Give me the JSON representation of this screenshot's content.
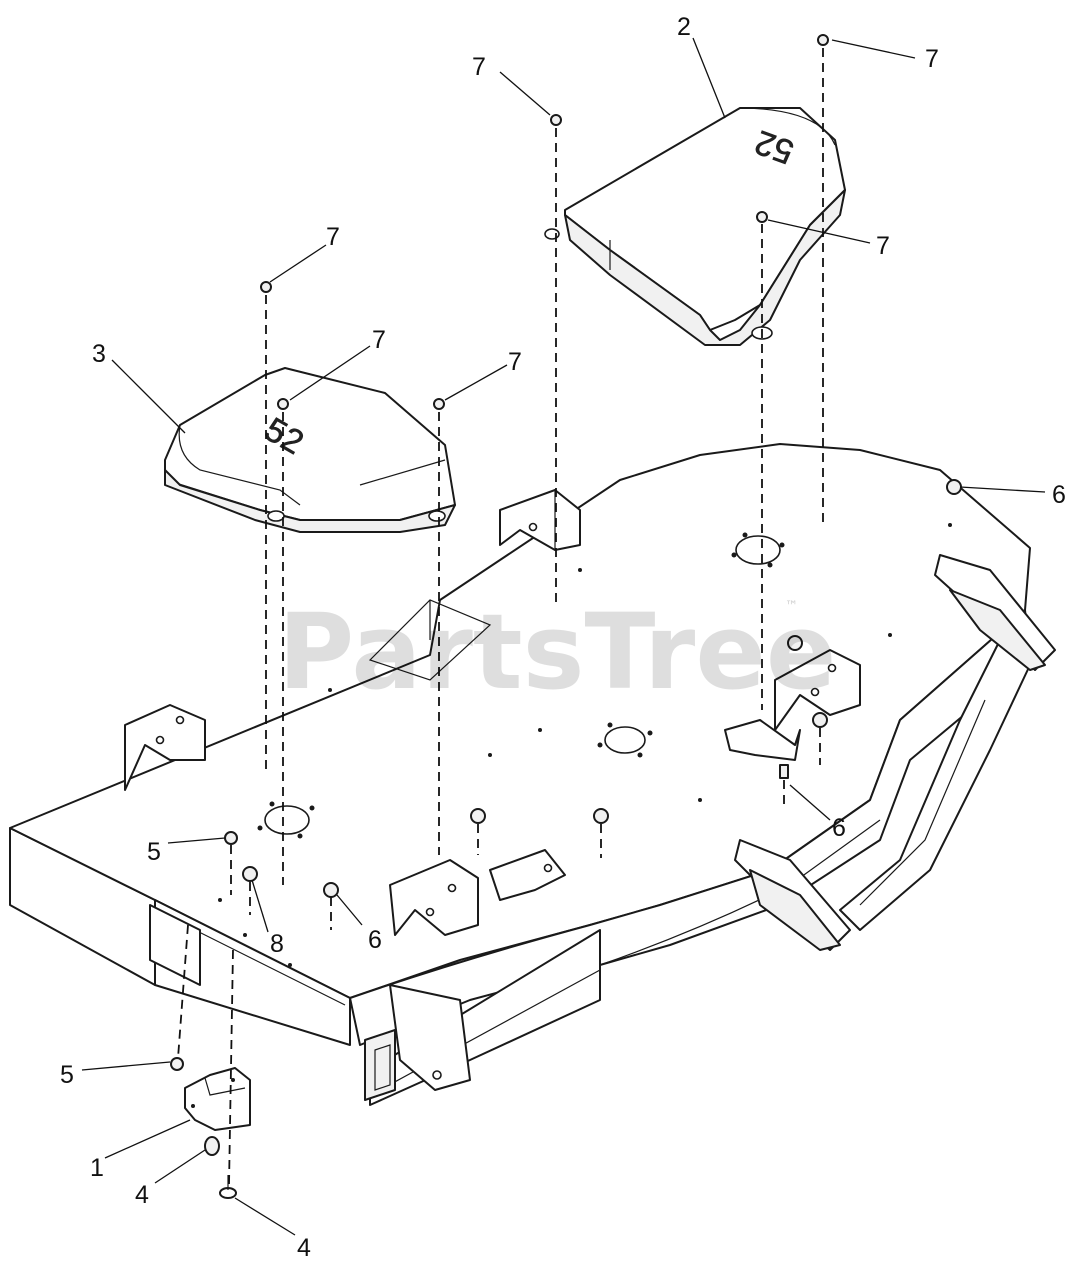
{
  "watermark": {
    "text": "PartsTree",
    "trademark": "™"
  },
  "cover_labels": {
    "left_cover": "52",
    "right_cover": "52"
  },
  "callouts": [
    {
      "id": "c2",
      "label": "2"
    },
    {
      "id": "c7a",
      "label": "7"
    },
    {
      "id": "c7b",
      "label": "7"
    },
    {
      "id": "c7c",
      "label": "7"
    },
    {
      "id": "c7d",
      "label": "7"
    },
    {
      "id": "c7e",
      "label": "7"
    },
    {
      "id": "c7f",
      "label": "7"
    },
    {
      "id": "c3",
      "label": "3"
    },
    {
      "id": "c6a",
      "label": "6"
    },
    {
      "id": "c6b",
      "label": "6"
    },
    {
      "id": "c6c",
      "label": "6"
    },
    {
      "id": "c5a",
      "label": "5"
    },
    {
      "id": "c5b",
      "label": "5"
    },
    {
      "id": "c8",
      "label": "8"
    },
    {
      "id": "c1",
      "label": "1"
    },
    {
      "id": "c4a",
      "label": "4"
    },
    {
      "id": "c4b",
      "label": "4"
    }
  ]
}
